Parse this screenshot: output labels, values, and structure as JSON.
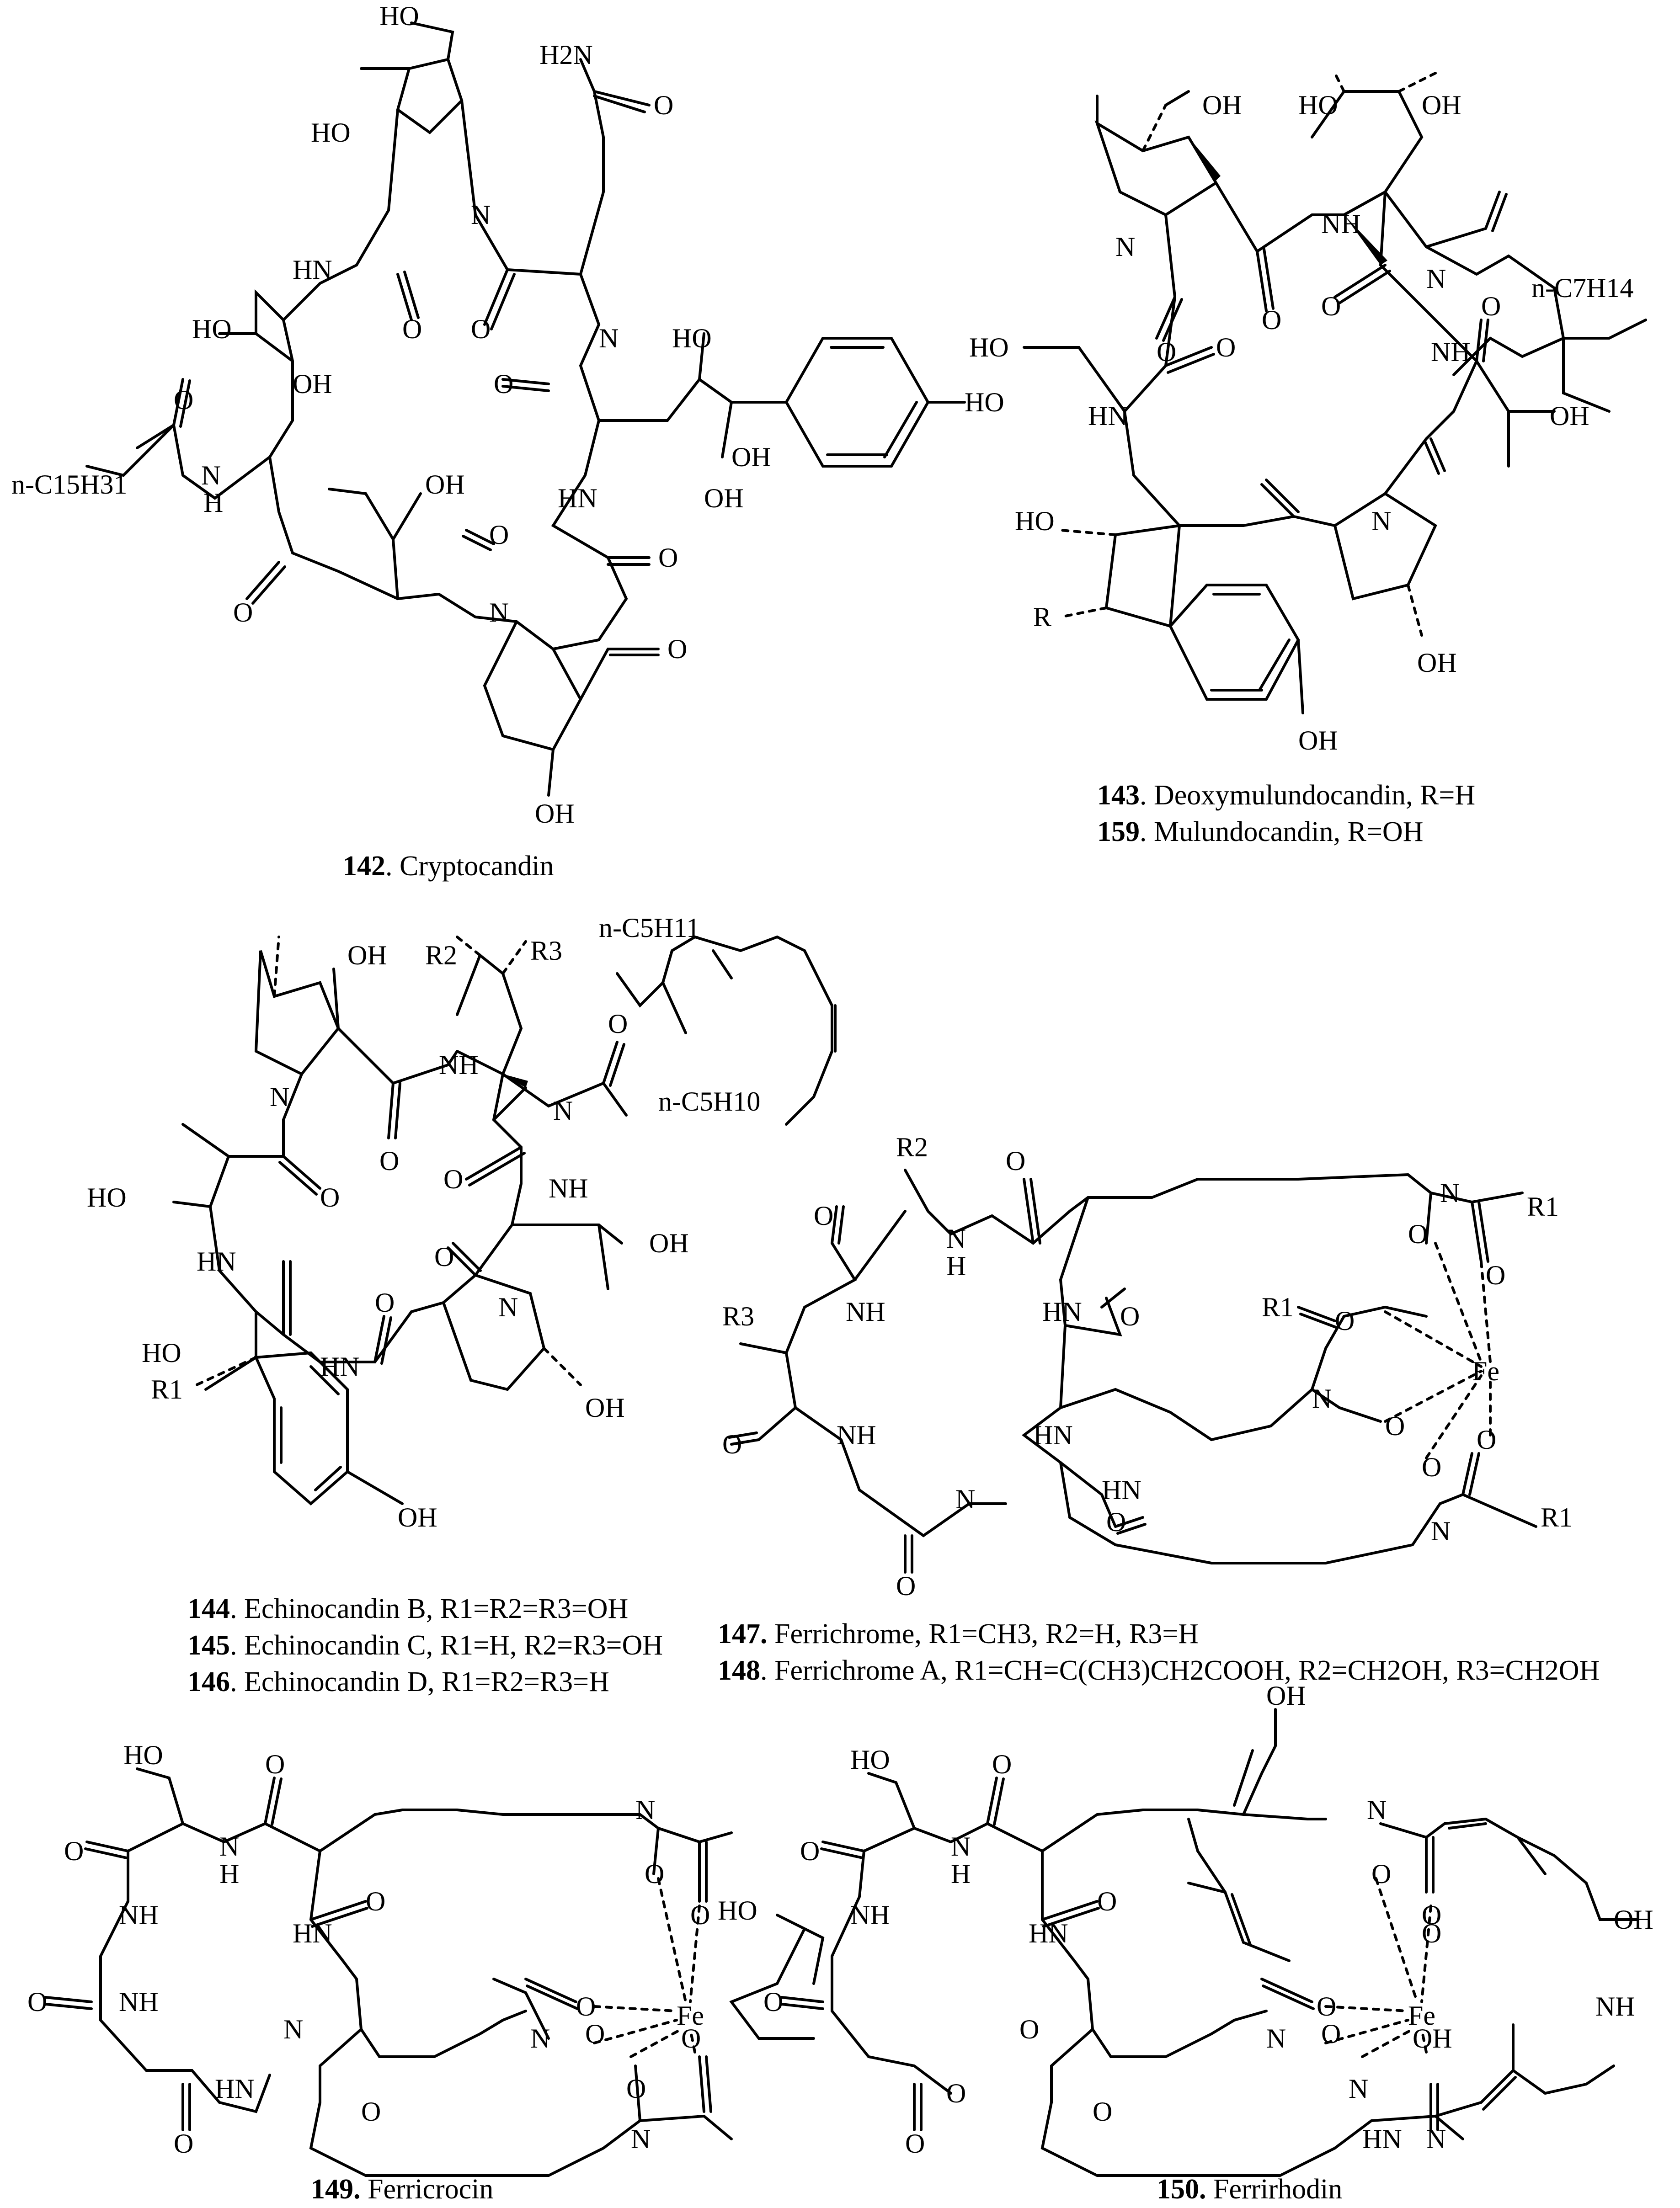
{
  "structures": [
    {
      "number": "142",
      "name": ". Cryptocandin",
      "labels": [
        "HO",
        "HO",
        "N",
        "H2N",
        "O",
        "HN",
        "O",
        "O",
        "HO",
        "OH",
        "n-C15H31",
        "O",
        "HO",
        "N",
        "HO",
        "O",
        "OH",
        "O",
        "HN",
        "N",
        "H",
        "OH",
        "O",
        "N",
        "O",
        "O",
        "OH",
        "OH"
      ]
    },
    {
      "number": "143",
      "name": ". Deoxymulundocandin, R=H",
      "labels": [
        "OH",
        "HO",
        "OH",
        "N",
        "NH",
        "O",
        "O",
        "HO",
        "N",
        "O",
        "O",
        "NH",
        "HN",
        "O",
        "OH",
        "HO",
        "N",
        "R",
        "OH",
        "OH",
        "n-C7H14"
      ]
    },
    {
      "number": "159",
      "name": ". Mulundocandin, R=OH",
      "labels": []
    },
    {
      "number": "144",
      "name": ". Echinocandin B, R1=R2=R3=OH",
      "labels": [
        "OH",
        "R2",
        "R3",
        "n-C5H11",
        "N",
        "NH",
        "O",
        "N",
        "O",
        "HO",
        "n-C5H10",
        "O",
        "HN",
        "O",
        "NH",
        "OH",
        "O",
        "HO",
        "N",
        "O",
        "HN",
        "R1",
        "OH",
        "OH"
      ]
    },
    {
      "number": "145",
      "name": ".  Echinocandin C, R1=H, R2=R3=OH",
      "labels": []
    },
    {
      "number": "146",
      "name": ".  Echinocandin D, R1=R2=R3=H",
      "labels": []
    },
    {
      "number": "147.",
      "name": " Ferrichrome, R1=CH3, R2=H, R3=H",
      "labels": [
        "R2",
        "O",
        "N",
        "R1",
        "O",
        "N",
        "H",
        "O",
        "O",
        "NH",
        "HN",
        "O",
        "R1",
        "O",
        "R3",
        "Fe",
        "N",
        "O",
        "O",
        "NH",
        "HN",
        "O",
        "N",
        "O",
        "HN",
        "O",
        "N",
        "R1",
        "O"
      ]
    },
    {
      "number": "148",
      "name": ". Ferrichrome A, R1=CH=C(CH3)CH2COOH, R2=CH2OH, R3=CH2OH",
      "labels": []
    },
    {
      "number": "149.",
      "name": " Ferricrocin",
      "labels": [
        "HO",
        "O",
        "N",
        "O",
        "O",
        "N",
        "H",
        "O",
        "NH",
        "HN",
        "O",
        "O",
        "Fe",
        "O",
        "N",
        "O",
        "O",
        "NH",
        "N",
        "O",
        "HN",
        "O",
        "N",
        "O"
      ]
    },
    {
      "number": "150.",
      "name": " Ferrirhodin",
      "labels": [
        "OH",
        "HO",
        "O",
        "N",
        "O",
        "O",
        "N",
        "H",
        "OH",
        "HO",
        "O",
        "NH",
        "HN",
        "O",
        "O",
        "Fe",
        "O",
        "N",
        "O",
        "O",
        "NH",
        "OH",
        "O",
        "HN",
        "N",
        "O",
        "N",
        "O",
        "O"
      ]
    }
  ]
}
